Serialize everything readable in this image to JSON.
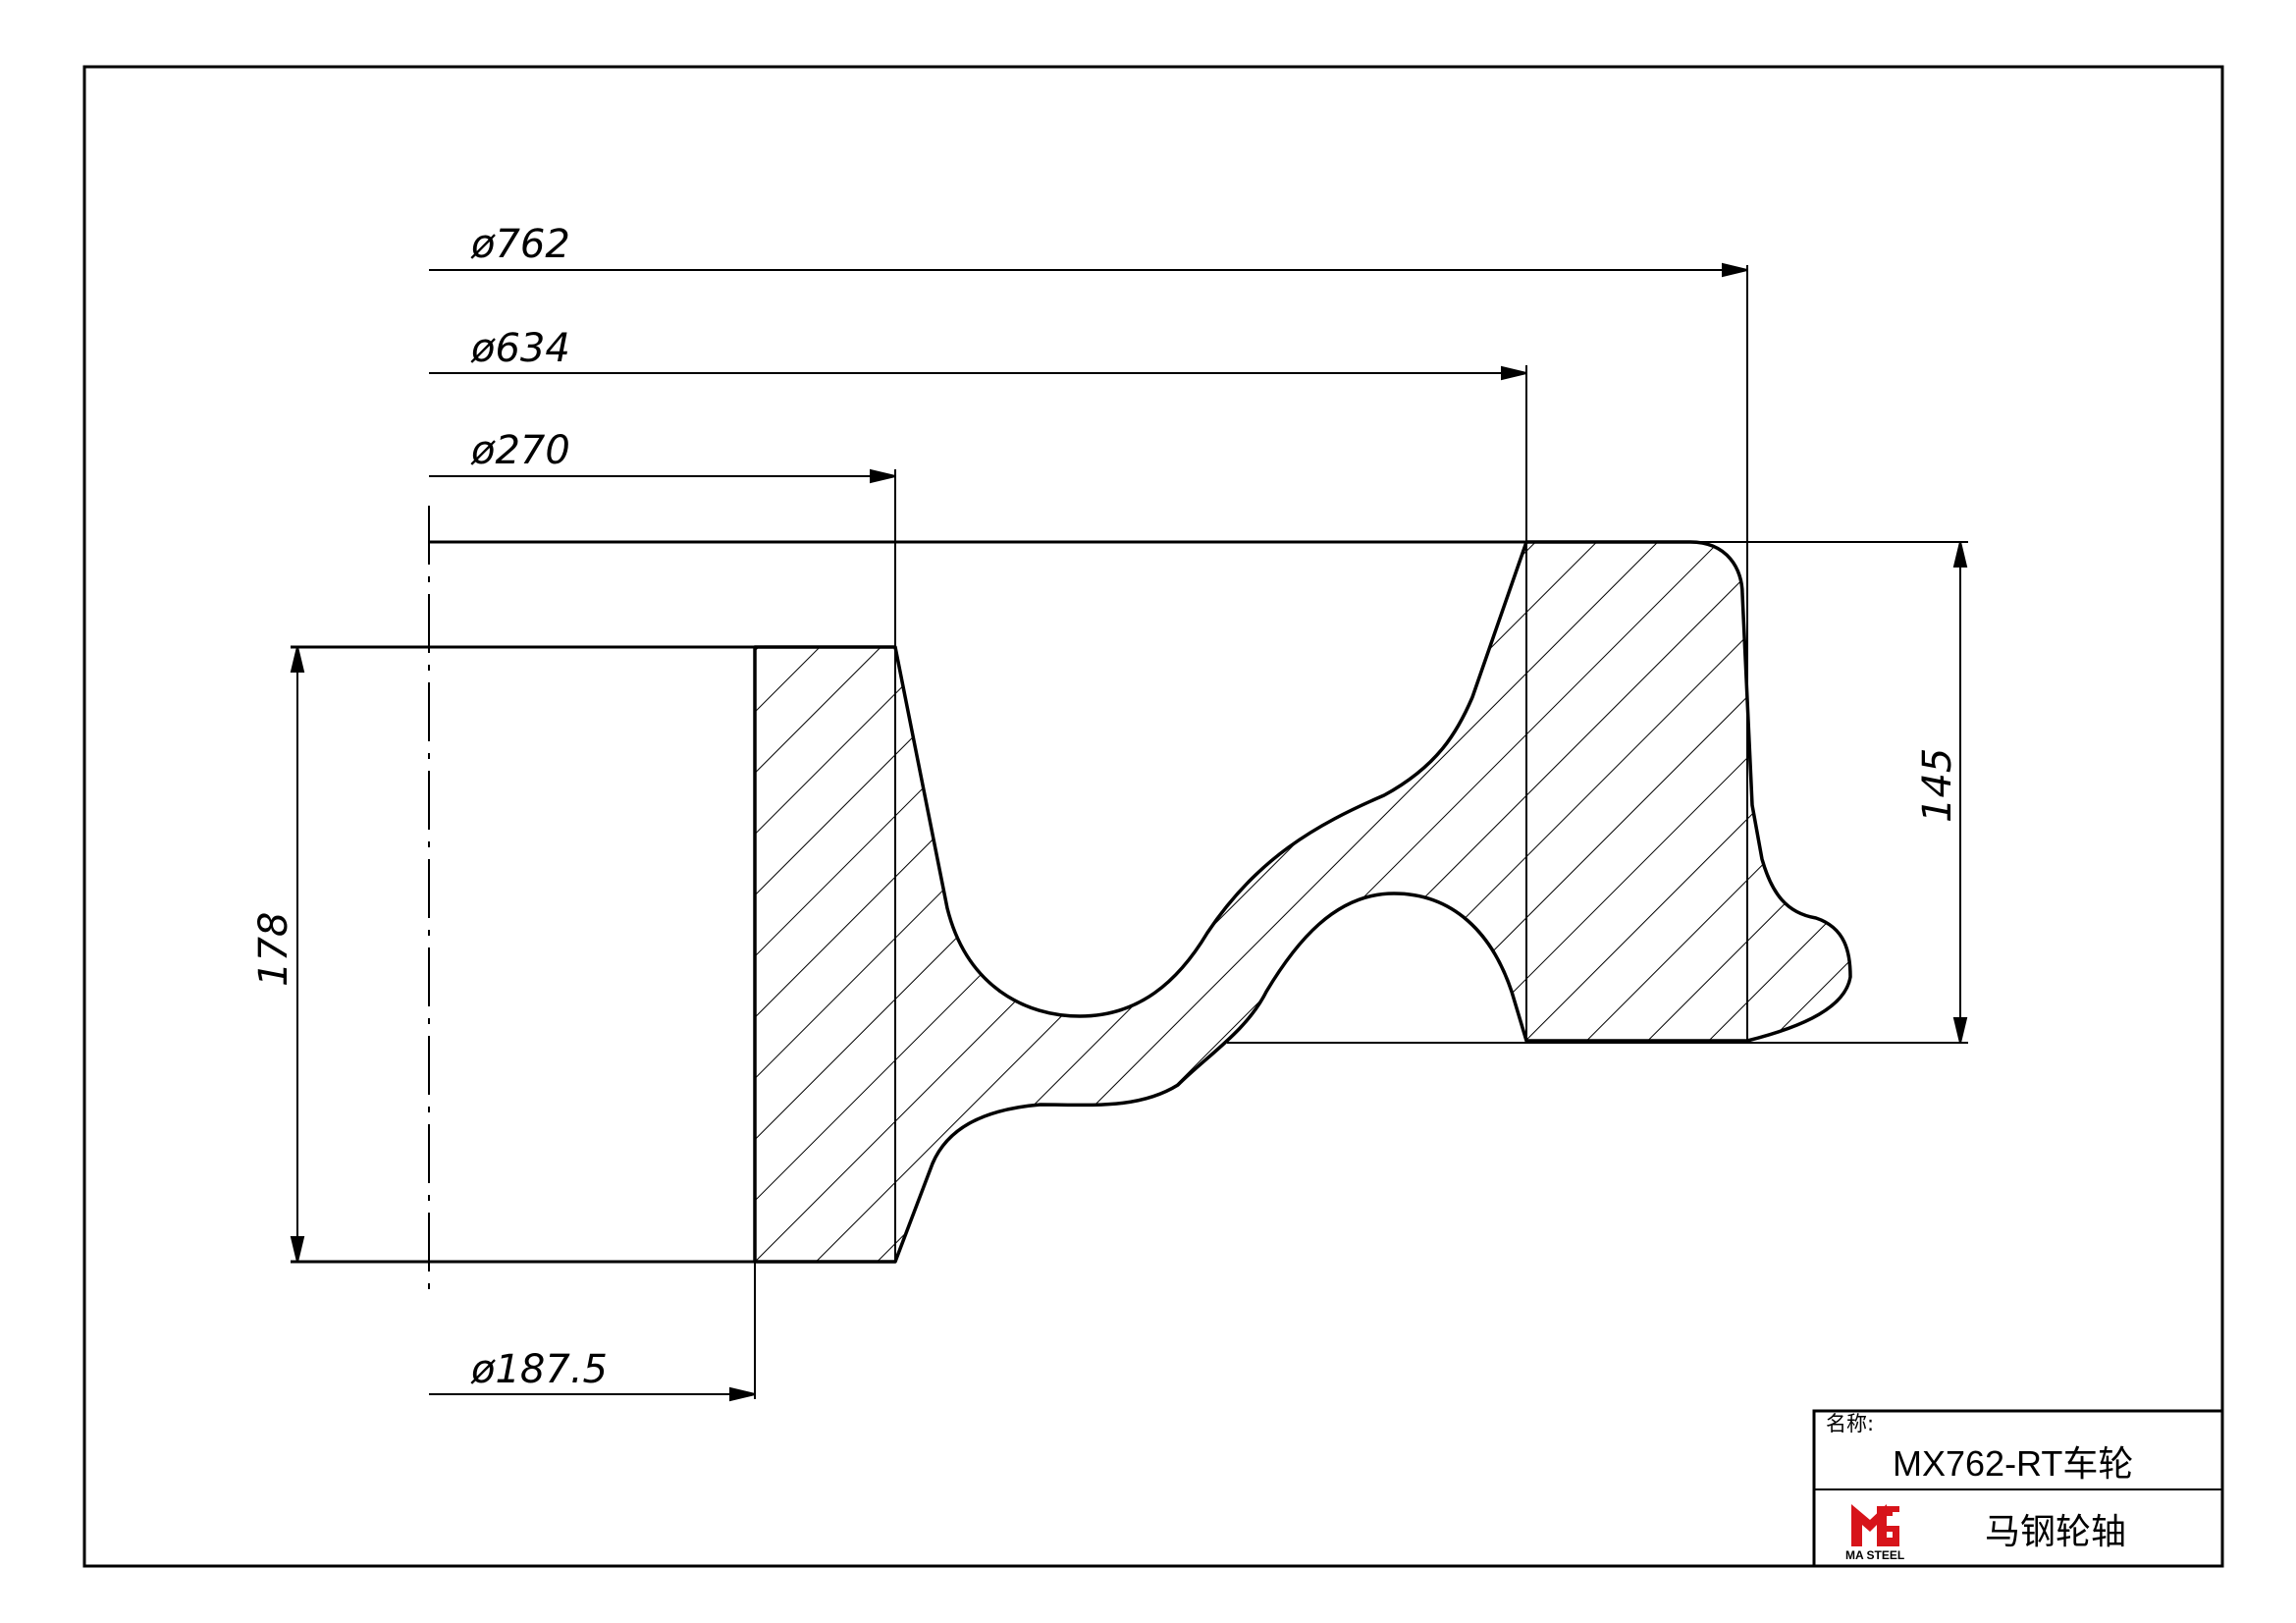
{
  "dimensions": {
    "d762": "ø762",
    "d634": "ø634",
    "d270": "ø270",
    "d187_5": "ø187.5",
    "h178": "178",
    "h145": "145"
  },
  "title_block": {
    "name_label": "名称:",
    "product_name": "MX762-RT车轮",
    "company_name": "马钢轮轴",
    "logo_text": "MA STEEL"
  },
  "colors": {
    "line": "#000000",
    "logo_red": "#d7141a"
  }
}
